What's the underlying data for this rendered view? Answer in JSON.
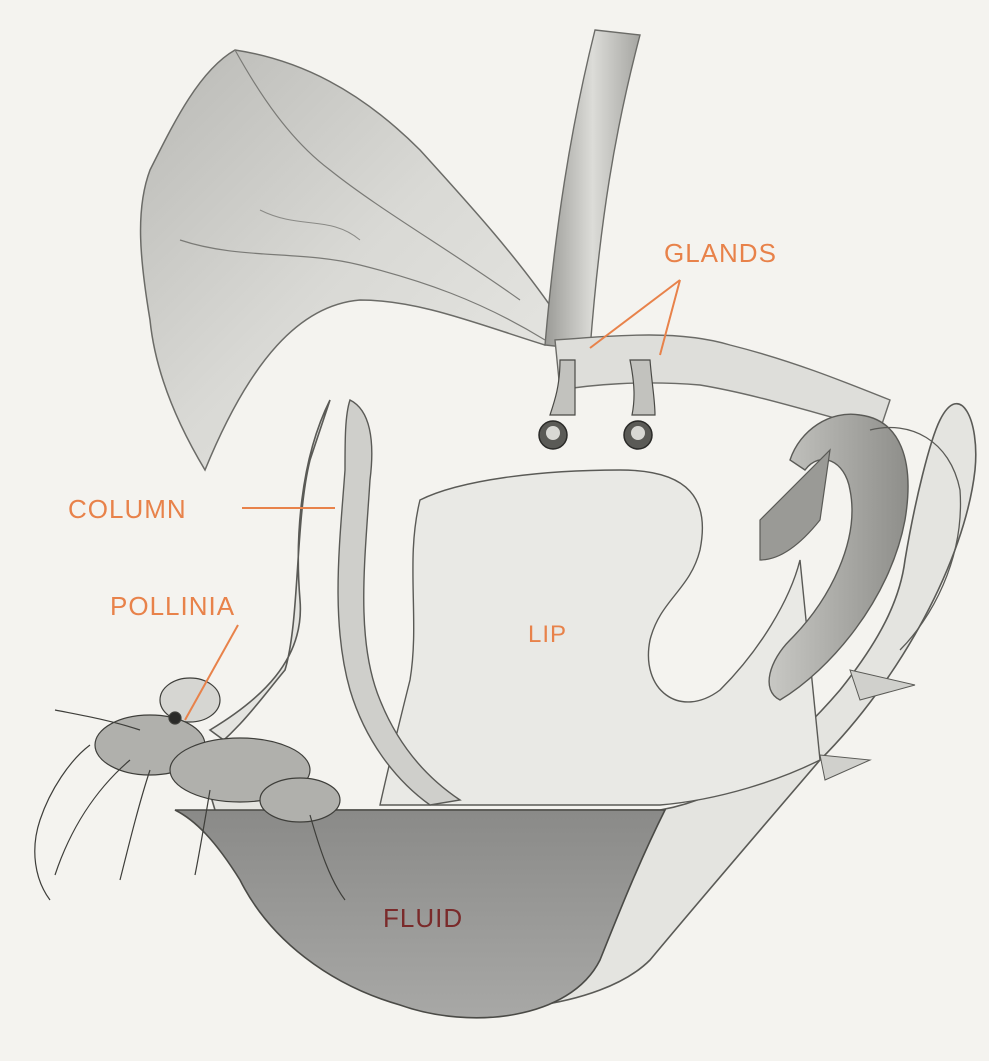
{
  "diagram": {
    "labels": {
      "glands": "GLANDS",
      "column": "COLUMN",
      "pollinia": "POLLINIA",
      "lip": "LIP",
      "fluid": "FLUID"
    },
    "colors": {
      "label_orange": "#e8824a",
      "fluid_text": "#7a2a2a",
      "fluid_fill": "#8f8f8f",
      "outline": "#5a5a5a",
      "petal_shade": "#c9c9c5"
    }
  }
}
